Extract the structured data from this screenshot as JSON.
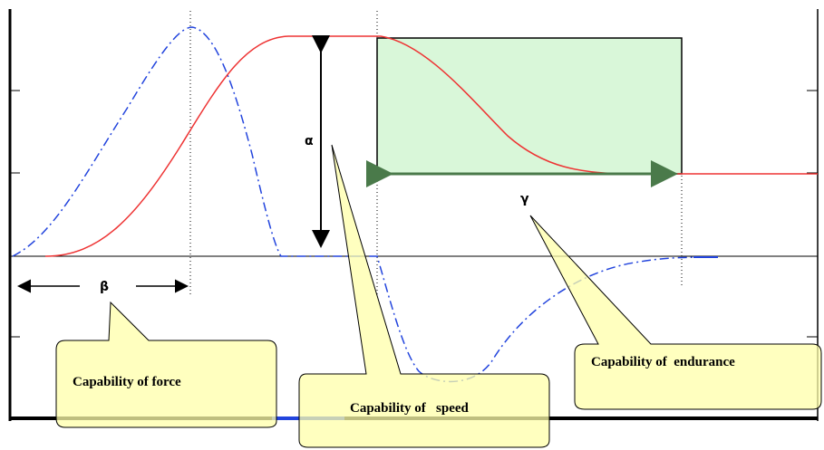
{
  "diagram": {
    "labels": {
      "alpha": "α",
      "beta": "β",
      "gamma": "γ"
    },
    "callouts": {
      "force": "Capability of force",
      "speed": "Capability of   speed",
      "endurance": "Capability of  endurance"
    },
    "colors": {
      "red_curve": "#ee3333",
      "blue_curve": "#2244dd",
      "callout_fill": "#ffffaa",
      "callout_stroke": "#000000",
      "box_fill": "#d9f7d9",
      "axis": "#000000"
    }
  }
}
